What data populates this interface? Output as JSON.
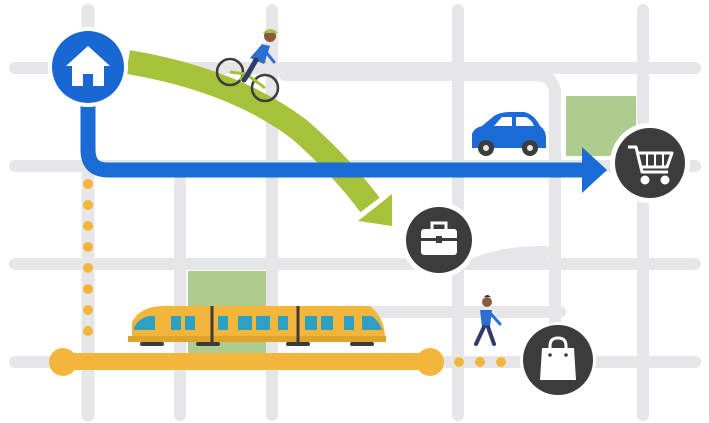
{
  "illustration": {
    "places": [
      {
        "name": "home",
        "icon": "home-icon",
        "fill": "#1967d2"
      },
      {
        "name": "work",
        "icon": "briefcase-icon",
        "fill": "#3c3c3c"
      },
      {
        "name": "grocery",
        "icon": "shopping-cart-icon",
        "fill": "#3c3c3c"
      },
      {
        "name": "shopping",
        "icon": "shopping-bag-icon",
        "fill": "#3c3c3c"
      }
    ],
    "routes": [
      {
        "mode": "bike",
        "icon": "bicycle-rider-icon",
        "color": "#a5c23a"
      },
      {
        "mode": "car",
        "icon": "car-icon",
        "color": "#1a6bd6"
      },
      {
        "mode": "train",
        "icon": "train-icon",
        "color": "#f3b63a"
      },
      {
        "mode": "walk",
        "icon": "pedestrian-icon",
        "color": "#f3b63a"
      }
    ],
    "colors": {
      "street": "#e6e6e9",
      "park": "#afcc8f",
      "background": "#ffffff"
    }
  }
}
